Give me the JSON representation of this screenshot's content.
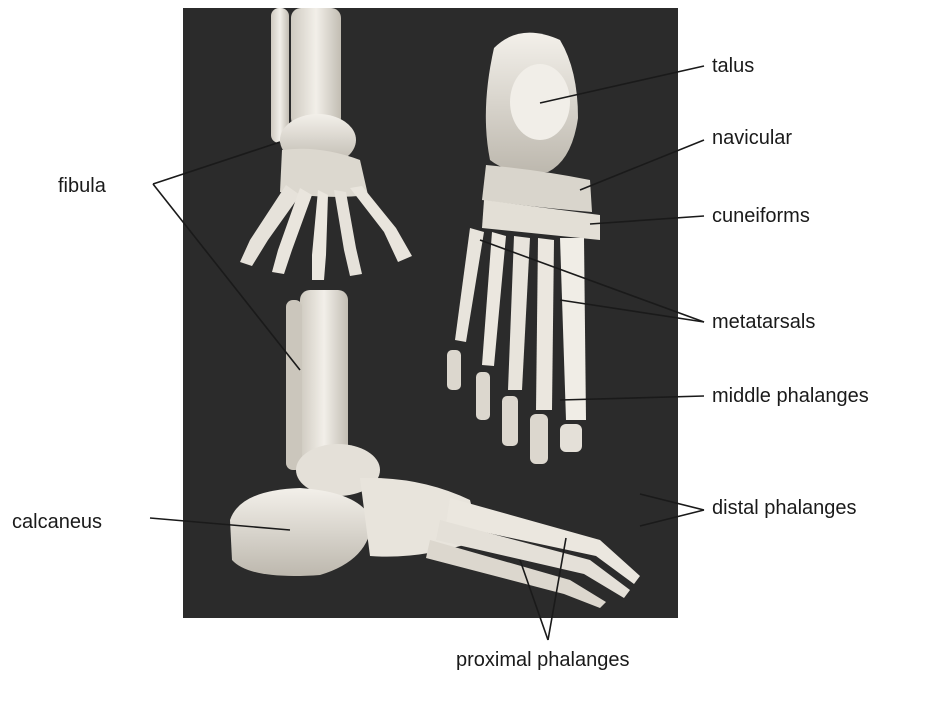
{
  "labels": {
    "talus": "talus",
    "navicular": "navicular",
    "fibula": "fibula",
    "cuneiforms": "cuneiforms",
    "metatarsals": "metatarsals",
    "middle_phalanges": "middle phalanges",
    "calcaneus": "calcaneus",
    "distal_phalanges": "distal phalanges",
    "proximal_phalanges": "proximal phalanges"
  },
  "colors": {
    "photo_background": "#2b2b2b",
    "bone": "#e9e6df",
    "bone_shadow": "#b9b4aa",
    "leader_line": "#1a1a1a"
  }
}
